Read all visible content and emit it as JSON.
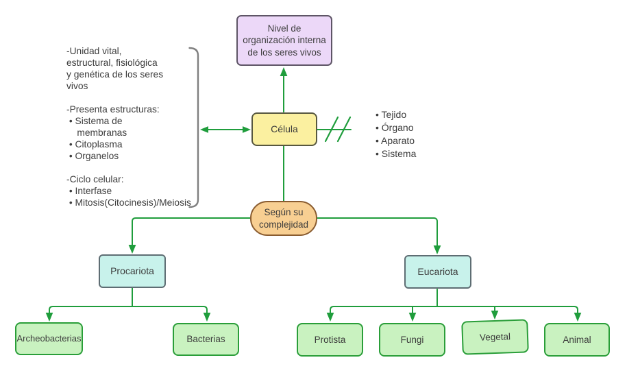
{
  "theme": {
    "canvas_bg": "#ffffff",
    "purple_fill": "#ecd8f8",
    "purple_border": "#5e5566",
    "yellow_fill": "#fbf0a0",
    "yellow_border": "#57573f",
    "orange_fill": "#f8cf92",
    "orange_border": "#8a5c30",
    "cyan_fill": "#c8f2eb",
    "cyan_border": "#5e6d73",
    "green_fill": "#c9f2c0",
    "green_border": "#2a9e39",
    "connector_green": "#1f9d3c",
    "bracket_gray": "#7f7f7f",
    "text_color": "#3c3c3c"
  },
  "diagram": {
    "title_node": "Nivel de\norganización interna\nde los seres vivos",
    "cell_node": "Célula",
    "complexity_node": "Según su\ncomplejidad",
    "prokaryote_node": "Procariota",
    "eukaryote_node": "Eucariota",
    "notes": "-Unidad vital,\nestructural, fisiológica\ny genética de los seres\nvivos\n\n-Presenta estructuras:\n • Sistema de\n    membranas\n • Citoplasma\n • Organelos\n\n-Ciclo celular:\n • Interfase\n • Mitosis(Citocinesis)/Meiosis",
    "organization_levels": [
      "• Tejido",
      "• Órgano",
      "• Aparato",
      "• Sistema"
    ],
    "prokaryote_children": [
      "Archeobacterias",
      "Bacterias"
    ],
    "eukaryote_children": [
      "Protista",
      "Fungi",
      "Vegetal",
      "Animal"
    ]
  }
}
